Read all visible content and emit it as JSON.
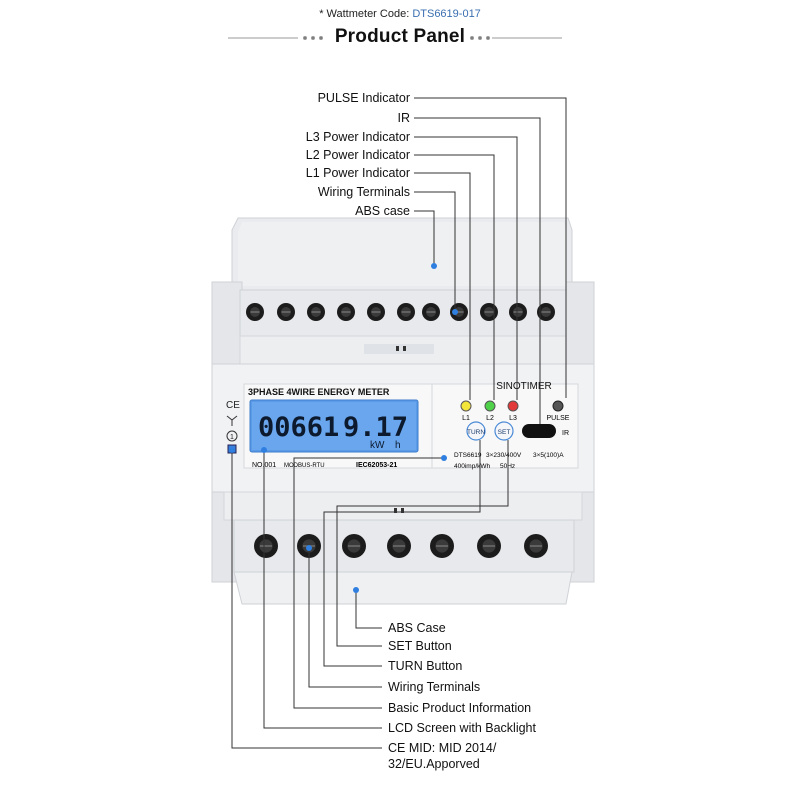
{
  "header": {
    "code_prefix": "* Wattmeter Code: ",
    "code_value": "DTS6619-017",
    "title": "Product Panel"
  },
  "callouts_top": [
    "PULSE Indicator",
    "IR",
    "L3 Power Indicator",
    "L2 Power Indicator",
    "L1 Power Indicator",
    "Wiring Terminals",
    "ABS case"
  ],
  "callouts_bottom": [
    "ABS Case",
    "SET Button",
    "TURN Button",
    "Wiring Terminals",
    "Basic Product Information",
    "LCD Screen with Backlight",
    "CE MID: MID 2014/",
    "32/EU.Apporved"
  ],
  "meter": {
    "heading": "3PHASE  4WIRE  ENERGY  METER",
    "brand": "SINOTIMER",
    "lcd_digits": "00661",
    "lcd_decimals": "9.17",
    "lcd_unit_kw": "kW",
    "lcd_unit_h": "h",
    "led_l1": "L1",
    "led_l2": "L2",
    "led_l3": "L3",
    "pulse": "PULSE",
    "ir": "IR",
    "turn": "TURN",
    "set": "SET",
    "model": "DTS6619",
    "voltage": "3×230/400V",
    "current": "3×5(100)A",
    "imp": "400imp/kWh",
    "freq": "50Hz",
    "no": "NO.001",
    "modbus": "MODBUS-RTU",
    "standard": "IEC62053-21",
    "ce": "CE",
    "mid_mark": "1"
  },
  "colors": {
    "lcd": "#5a9be8",
    "led_l1": "#f3e53a",
    "led_l2": "#4fd24a",
    "led_l3": "#e23a3a",
    "dot": "#2f7fe0",
    "code": "#3a6fb0"
  }
}
